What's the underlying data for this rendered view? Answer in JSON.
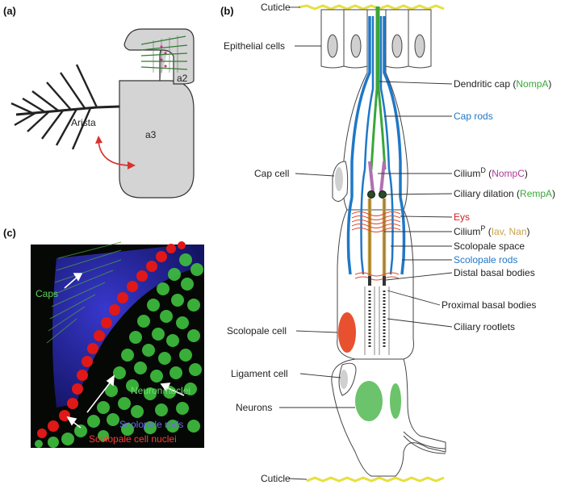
{
  "panels": {
    "a": "(a)",
    "b": "(b)",
    "c": "(c)"
  },
  "panel_a": {
    "arista": "Arista",
    "a2": "a2",
    "a3": "a3"
  },
  "panel_c": {
    "caps": "Caps",
    "neuron_nuclei": "Neuron nuclei",
    "scolopale_rods": "Scolopale rods",
    "scolopale_cell_nuclei": "Scolopale cell nuclei"
  },
  "panel_b": {
    "cuticle_top": "Cuticle",
    "epithelial_cells": "Epithelial cells",
    "dendritic_cap": "Dendritic cap (",
    "dendritic_cap_gene": "NompA",
    "cap_rods": "Cap rods",
    "cap_cell": "Cap cell",
    "cilium_d": "Cilium",
    "cilium_d_sup": "D",
    "cilium_d_gene": "NompC",
    "ciliary_dilation": "Ciliary dilation (",
    "ciliary_dilation_gene": "RempA",
    "eys": "Eys",
    "cilium_p": "Cilium",
    "cilium_p_sup": "P",
    "cilium_p_gene": "Iav, Nan",
    "scolopale_space": "Scolopale space",
    "scolopale_rods": "Scolopale rods",
    "distal_basal_bodies": "Distal basal bodies",
    "scolopale_cell": "Scolopale cell",
    "proximal_basal_bodies": "Proximal basal bodies",
    "ciliary_rootlets": "Ciliary rootlets",
    "ligament_cell": "Ligament cell",
    "neurons": "Neurons",
    "cuticle_bottom": "Cuticle"
  },
  "colors": {
    "green": "#3aa63a",
    "blue": "#1f78c8",
    "magenta": "#b03a9a",
    "red": "#d22020",
    "tan": "#c8a24a",
    "cuticle": "#e6e040",
    "arrow": "#d8322f"
  }
}
